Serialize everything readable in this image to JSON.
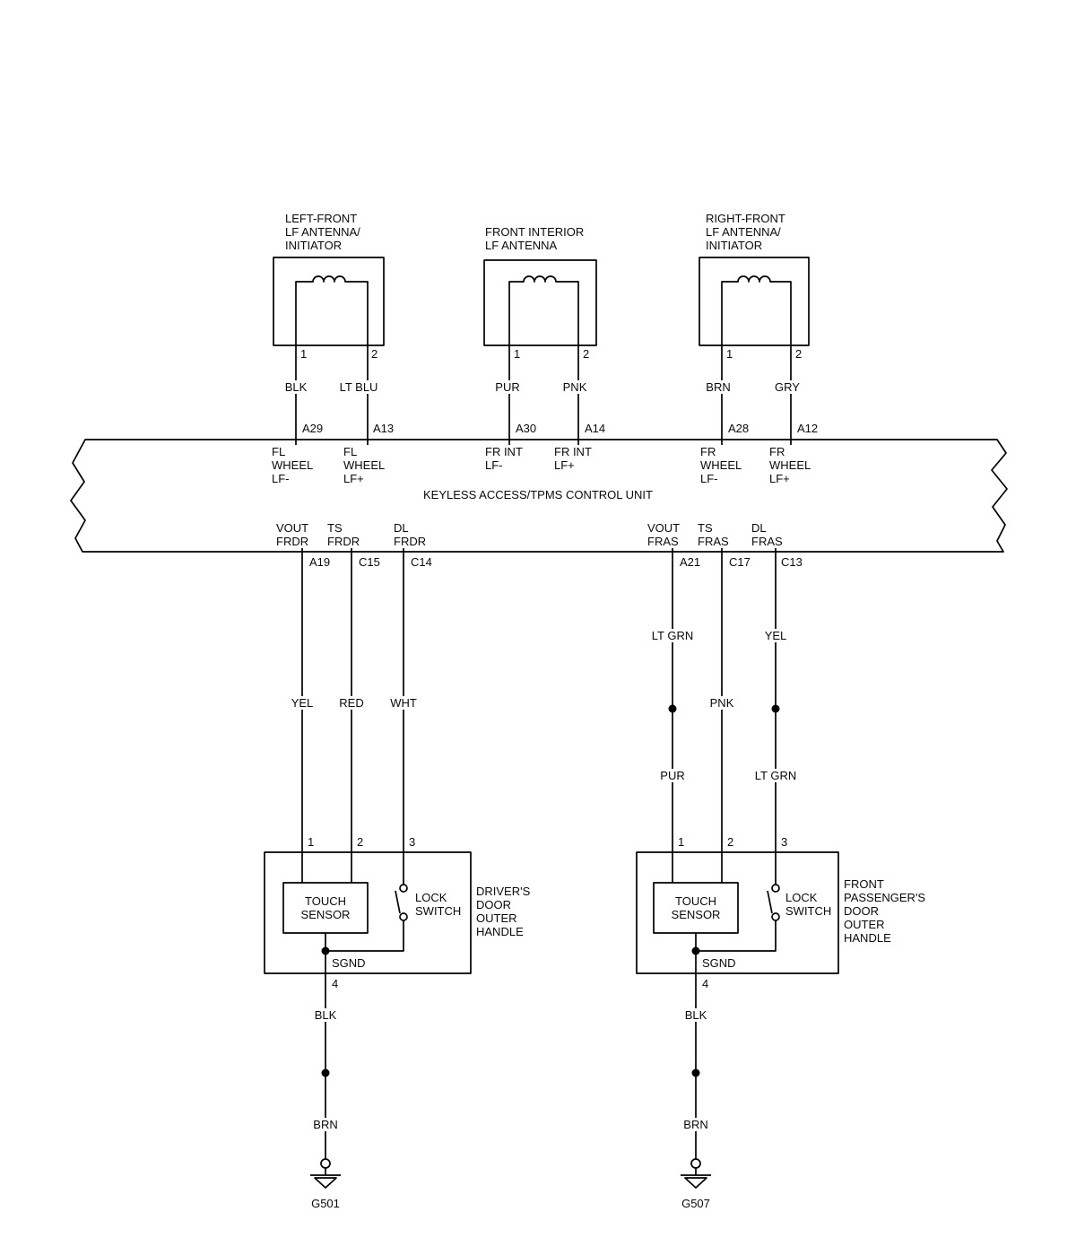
{
  "colors": {
    "line": "#000000",
    "background": "#ffffff"
  },
  "antennas": [
    {
      "title": "LEFT-FRONT\nLF ANTENNA/\nINITIATOR",
      "pin1": "1",
      "pin2": "2",
      "wire1": "BLK",
      "wire2": "LT BLU",
      "term1": "A29",
      "term2": "A13"
    },
    {
      "title": "FRONT INTERIOR\nLF ANTENNA",
      "pin1": "1",
      "pin2": "2",
      "wire1": "PUR",
      "wire2": "PNK",
      "term1": "A30",
      "term2": "A14"
    },
    {
      "title": "RIGHT-FRONT\nLF ANTENNA/\nINITIATOR",
      "pin1": "1",
      "pin2": "2",
      "wire1": "BRN",
      "wire2": "GRY",
      "term1": "A28",
      "term2": "A12"
    }
  ],
  "control_unit": {
    "label": "KEYLESS ACCESS/TPMS CONTROL UNIT",
    "top_pins": [
      "FL\nWHEEL\nLF-",
      "FL\nWHEEL\nLF+",
      "FR INT\nLF-",
      "FR INT\nLF+",
      "FR\nWHEEL\nLF-",
      "FR\nWHEEL\nLF+"
    ],
    "bottom_pins": [
      "VOUT\nFRDR",
      "TS\nFRDR",
      "DL\nFRDR",
      "VOUT\nFRAS",
      "TS\nFRAS",
      "DL\nFRAS"
    ],
    "bottom_terms": [
      "A19",
      "C15",
      "C14",
      "A21",
      "C17",
      "C13"
    ]
  },
  "branches": {
    "left": {
      "colors": [
        "YEL",
        "RED",
        "WHT"
      ],
      "pins": [
        "1",
        "2",
        "3"
      ]
    },
    "right": {
      "upper": [
        "LT GRN",
        "YEL"
      ],
      "mid": "PNK",
      "lower": [
        "PUR",
        "LT GRN"
      ],
      "pins": [
        "1",
        "2",
        "3"
      ]
    }
  },
  "handles": [
    {
      "touch_sensor": "TOUCH\nSENSOR",
      "lock_switch": "LOCK\nSWITCH",
      "label": "DRIVER'S\nDOOR\nOUTER\nHANDLE",
      "sgnd": "SGND",
      "pin4": "4",
      "wire_upper": "BLK",
      "wire_lower": "BRN",
      "ground": "G501"
    },
    {
      "touch_sensor": "TOUCH\nSENSOR",
      "lock_switch": "LOCK\nSWITCH",
      "label": "FRONT\nPASSENGER'S\nDOOR\nOUTER\nHANDLE",
      "sgnd": "SGND",
      "pin4": "4",
      "wire_upper": "BLK",
      "wire_lower": "BRN",
      "ground": "G507"
    }
  ]
}
